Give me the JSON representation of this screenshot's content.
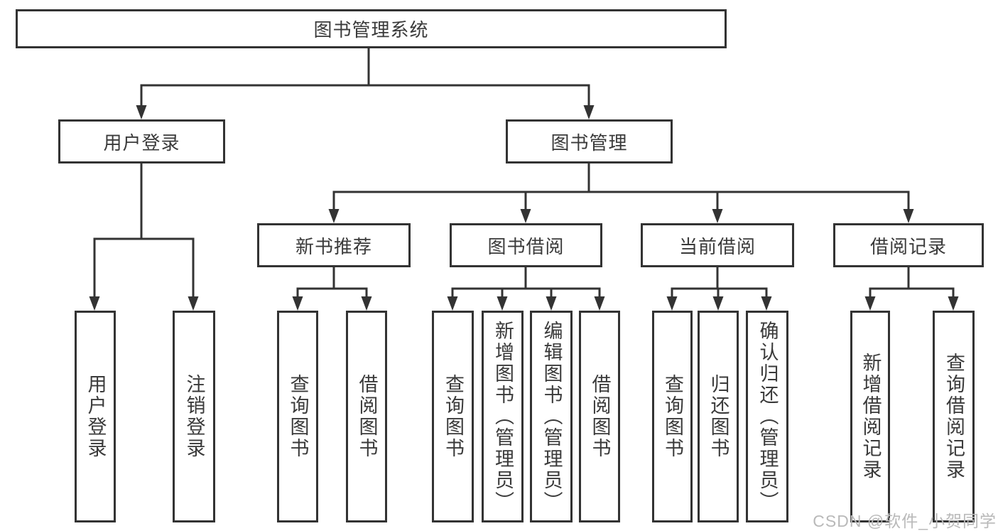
{
  "diagram": {
    "title": "图书管理系统",
    "root": {
      "label": "图书管理系统"
    },
    "level2": [
      {
        "label": "用户登录"
      },
      {
        "label": "图书管理"
      }
    ],
    "level3": [
      {
        "label": "新书推荐"
      },
      {
        "label": "图书借阅"
      },
      {
        "label": "当前借阅"
      },
      {
        "label": "借阅记录"
      }
    ],
    "leaves": {
      "user_login": [
        "用户登录",
        "注销登录"
      ],
      "new_book": [
        "查询图书",
        "借阅图书"
      ],
      "book_borrow": [
        "查询图书",
        "新增图书（管理员）",
        "编辑图书（管理员）",
        "借阅图书"
      ],
      "current_borrow": [
        "查询图书",
        "归还图书",
        "确认归还（管理员）"
      ],
      "borrow_record": [
        "新增借阅记录",
        "查询借阅记录"
      ]
    }
  },
  "watermark": "CSDN @软件_小贺同学",
  "colors": {
    "line": "#333333",
    "text": "#3a3a3a",
    "watermark": "#b9b9b9",
    "background": "#ffffff"
  }
}
